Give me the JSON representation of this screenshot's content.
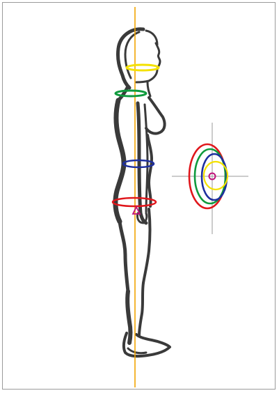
{
  "figure": {
    "description_visible_text": "",
    "colors": {
      "plumb_line": "#f2a400",
      "neck_ring": "#f4e100",
      "shoulder_ring": "#0f9a3c",
      "waist_ring": "#1e2f9e",
      "hip_ring": "#e0161b",
      "center_marker": "#c0127a",
      "crosshair": "#9a9a9a",
      "body_ink": "#3a3a3a"
    },
    "rings": [
      {
        "name": "neck",
        "color_key": "neck_ring"
      },
      {
        "name": "shoulder",
        "color_key": "shoulder_ring"
      },
      {
        "name": "waist",
        "color_key": "waist_ring"
      },
      {
        "name": "hip",
        "color_key": "hip_ring"
      }
    ],
    "cross_section": {
      "rings": [
        "hip_ring",
        "shoulder_ring",
        "waist_ring",
        "neck_ring"
      ],
      "center_marker": "center_marker"
    }
  }
}
